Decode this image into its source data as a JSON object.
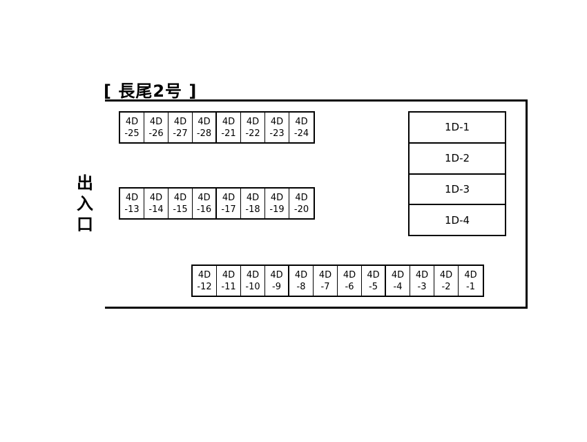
{
  "title": "[ 長尾2号 ]",
  "entrance_label": [
    "出",
    "入",
    "口"
  ],
  "row_top": [
    {
      "a": "4D",
      "b": "-25"
    },
    {
      "a": "4D",
      "b": "-26"
    },
    {
      "a": "4D",
      "b": "-27"
    },
    {
      "a": "4D",
      "b": "-28"
    },
    {
      "a": "4D",
      "b": "-21"
    },
    {
      "a": "4D",
      "b": "-22"
    },
    {
      "a": "4D",
      "b": "-23"
    },
    {
      "a": "4D",
      "b": "-24"
    }
  ],
  "row_middle": [
    {
      "a": "4D",
      "b": "-13"
    },
    {
      "a": "4D",
      "b": "-14"
    },
    {
      "a": "4D",
      "b": "-15"
    },
    {
      "a": "4D",
      "b": "-16"
    },
    {
      "a": "4D",
      "b": "-17"
    },
    {
      "a": "4D",
      "b": "-18"
    },
    {
      "a": "4D",
      "b": "-19"
    },
    {
      "a": "4D",
      "b": "-20"
    }
  ],
  "row_bottom": [
    {
      "a": "4D",
      "b": "-12"
    },
    {
      "a": "4D",
      "b": "-11"
    },
    {
      "a": "4D",
      "b": "-10"
    },
    {
      "a": "4D",
      "b": "-9"
    },
    {
      "a": "4D",
      "b": "-8"
    },
    {
      "a": "4D",
      "b": "-7"
    },
    {
      "a": "4D",
      "b": "-6"
    },
    {
      "a": "4D",
      "b": "-5"
    },
    {
      "a": "4D",
      "b": "-4"
    },
    {
      "a": "4D",
      "b": "-3"
    },
    {
      "a": "4D",
      "b": "-2"
    },
    {
      "a": "4D",
      "b": "-1"
    }
  ],
  "column_1d": [
    "1D-1",
    "1D-2",
    "1D-3",
    "1D-4"
  ]
}
